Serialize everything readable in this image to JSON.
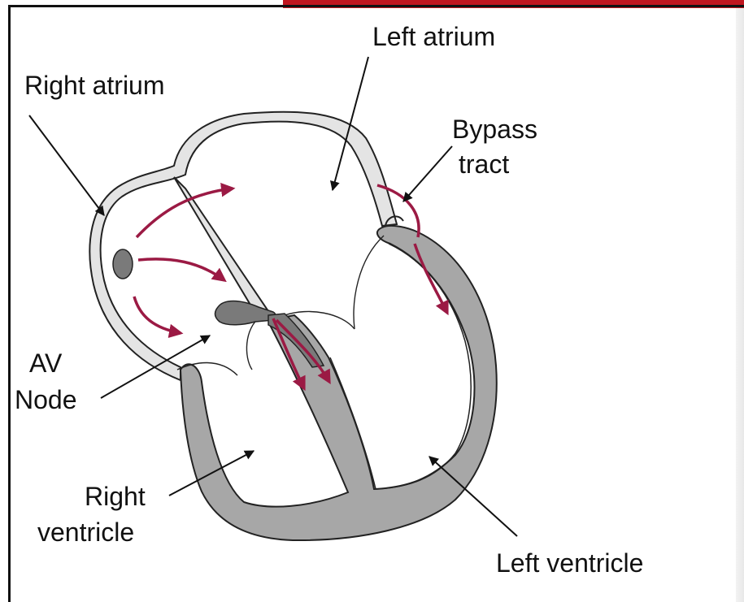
{
  "labels": {
    "left_atrium": "Left atrium",
    "right_atrium": "Right atrium",
    "bypass_line1": "Bypass",
    "bypass_line2": "tract",
    "av_line1": "AV",
    "av_line2": "Node",
    "rv_line1": "Right",
    "rv_line2": "ventricle",
    "left_ventricle": "Left ventricle"
  },
  "colors": {
    "conduction_arrow": "#9b1a44",
    "muscle_fill": "#a7a7a7",
    "atrial_wall_fill": "#e4e4e4",
    "outline": "#222222",
    "header_bar": "#c0161f"
  }
}
